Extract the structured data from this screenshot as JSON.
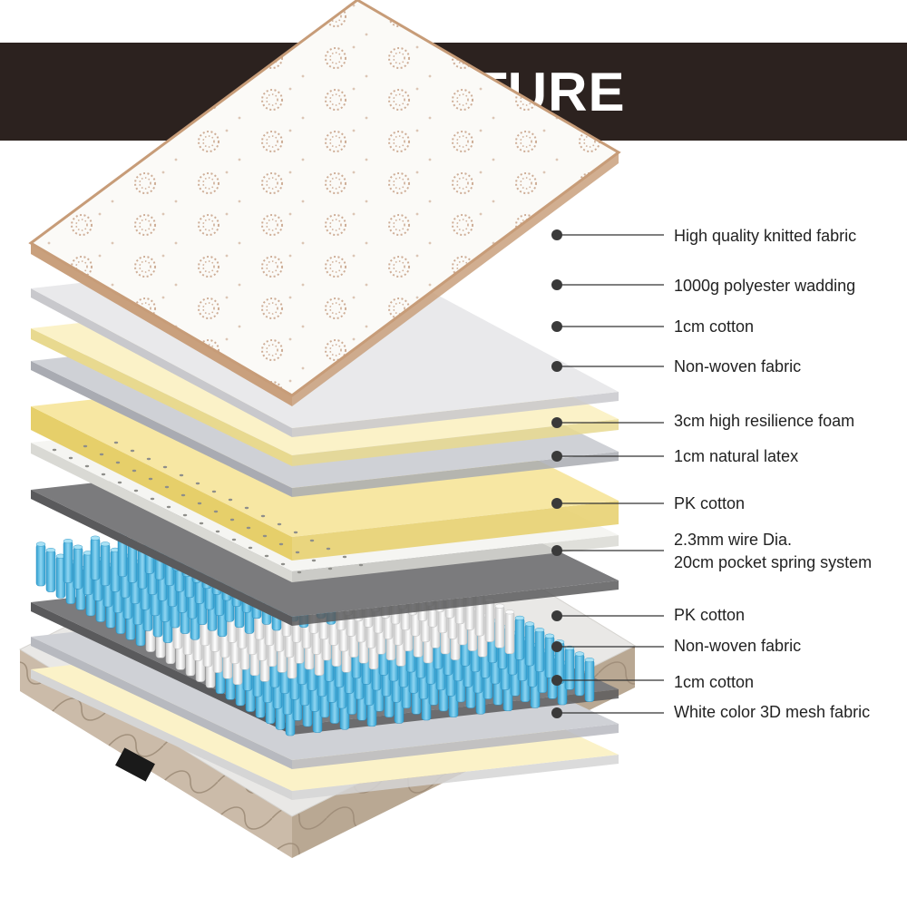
{
  "header": {
    "title": "STRUCTURE"
  },
  "colors": {
    "header_background": "#2c221f",
    "knitted_fabric": "#fbfaf7",
    "wadding": "#e9e9eb",
    "cotton": "#fbf2c8",
    "non_woven": "#cfd1d6",
    "foam": "#f7e7a3",
    "latex": "#f5f5f2",
    "pk_cotton": "#7b7b7d",
    "spring_blue": "#6fc6e8",
    "spring_white": "#f2f2f2",
    "mesh_fabric": "#e9e8e6",
    "base_border": "#cbbba9",
    "leader_line": "#333333"
  },
  "layers": [
    {
      "label": "High quality knitted fabric"
    },
    {
      "label": "1000g polyester wadding"
    },
    {
      "label": "1cm cotton"
    },
    {
      "label": "Non-woven fabric"
    },
    {
      "label": "3cm high resilience foam"
    },
    {
      "label": "1cm natural latex"
    },
    {
      "label": "PK cotton"
    },
    {
      "label": "2.3mm wire Dia.\n20cm pocket spring system"
    },
    {
      "label": "PK cotton"
    },
    {
      "label": "Non-woven fabric"
    },
    {
      "label": "1cm cotton"
    },
    {
      "label": "White color 3D mesh fabric"
    }
  ]
}
